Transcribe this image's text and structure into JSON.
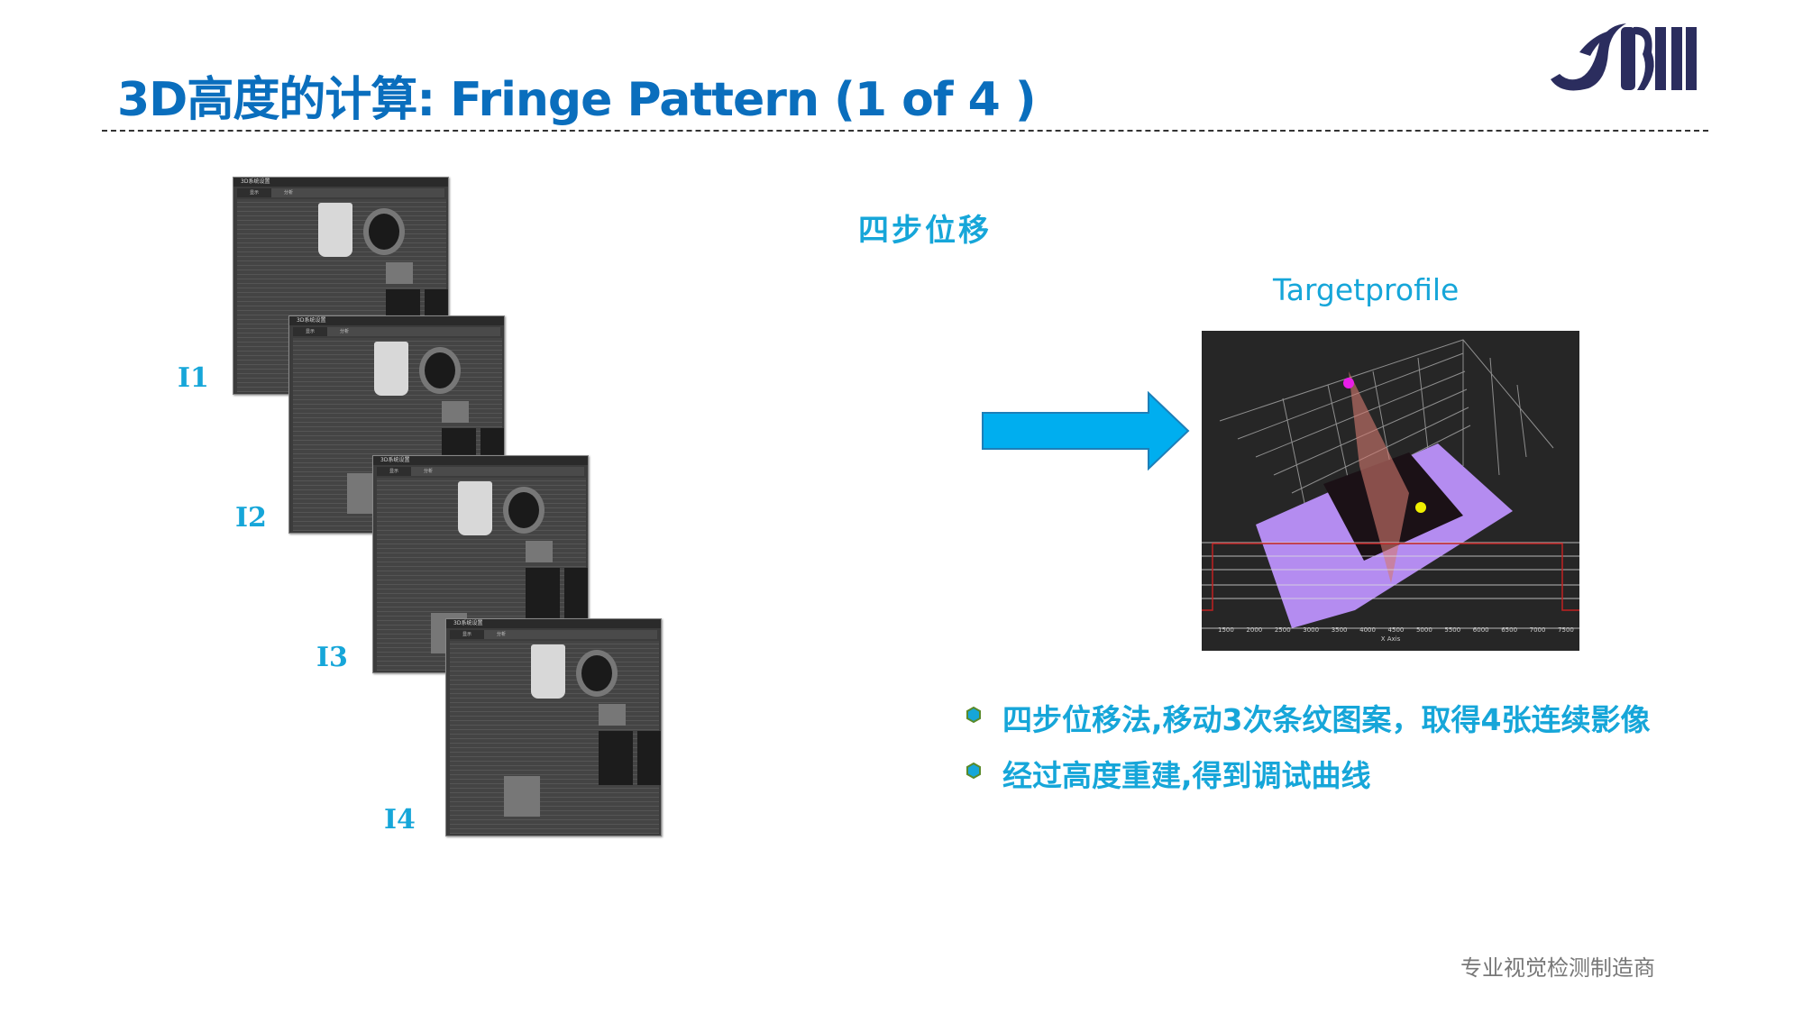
{
  "header": {
    "title": "3D高度的计算: Fringe Pattern (1 of 4  )",
    "logo_text": "JBM",
    "colors": {
      "title": "#0a6ebd",
      "accent": "#16a6d9",
      "logo": "#2b2d5e"
    }
  },
  "left": {
    "panels": [
      {
        "label": "I1",
        "window_title": "3D系统设置",
        "tabs": [
          "显示",
          "分析"
        ]
      },
      {
        "label": "I2",
        "window_title": "3D系统设置",
        "tabs": [
          "显示",
          "分析"
        ]
      },
      {
        "label": "I3",
        "window_title": "3D系统设置",
        "tabs": [
          "显示",
          "分析"
        ]
      },
      {
        "label": "I4",
        "window_title": "3D系统设置",
        "tabs": [
          "显示",
          "分析"
        ]
      }
    ]
  },
  "right": {
    "heading": "四步位移",
    "profile_title": "Targetprofile",
    "profile_chart": {
      "x_axis_label": "X Axis",
      "x_ticks": [
        "1500",
        "2000",
        "2500",
        "3000",
        "3500",
        "4000",
        "4500",
        "5000",
        "5500",
        "6000",
        "6500",
        "7000",
        "7500"
      ]
    },
    "bullets": [
      "四步位移法,移动3次条纹图案，取得4张连续影像",
      "经过高度重建,得到调试曲线"
    ]
  },
  "footer": {
    "tagline": "专业视觉检测制造商"
  }
}
